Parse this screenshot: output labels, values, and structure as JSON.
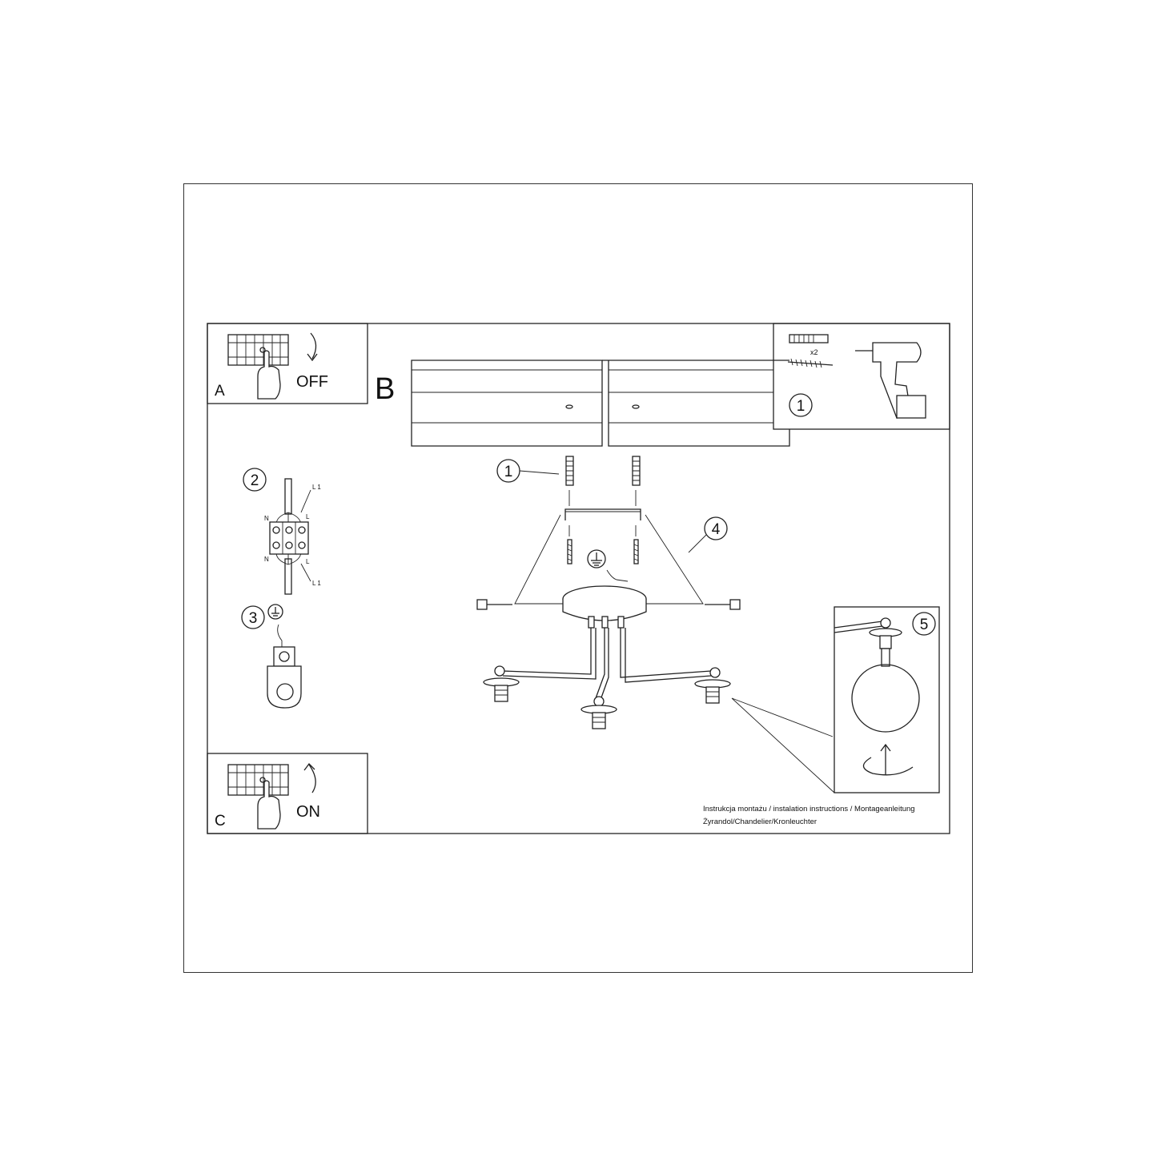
{
  "panels": {
    "a": {
      "letter": "A",
      "label": "OFF"
    },
    "b": {
      "letter": "B"
    },
    "c": {
      "letter": "C",
      "label": "ON"
    }
  },
  "callouts": {
    "tools": "1",
    "anchor": "1",
    "wiring": "2",
    "ground": "3",
    "canopy": "4",
    "shade": "5"
  },
  "hardware": {
    "quantity": "x2"
  },
  "wiring_labels": {
    "l1_top": "L 1",
    "l1_bottom": "L 1",
    "n_top": "N",
    "n_bottom": "N",
    "l_top": "L",
    "l_bottom": "L"
  },
  "caption": {
    "line1": "Instrukcja montażu / instalation instructions / Montageanleitung",
    "line2": "Żyrandol/Chandelier/Kronleuchter"
  },
  "colors": {
    "line": "#222222",
    "background": "#ffffff"
  }
}
